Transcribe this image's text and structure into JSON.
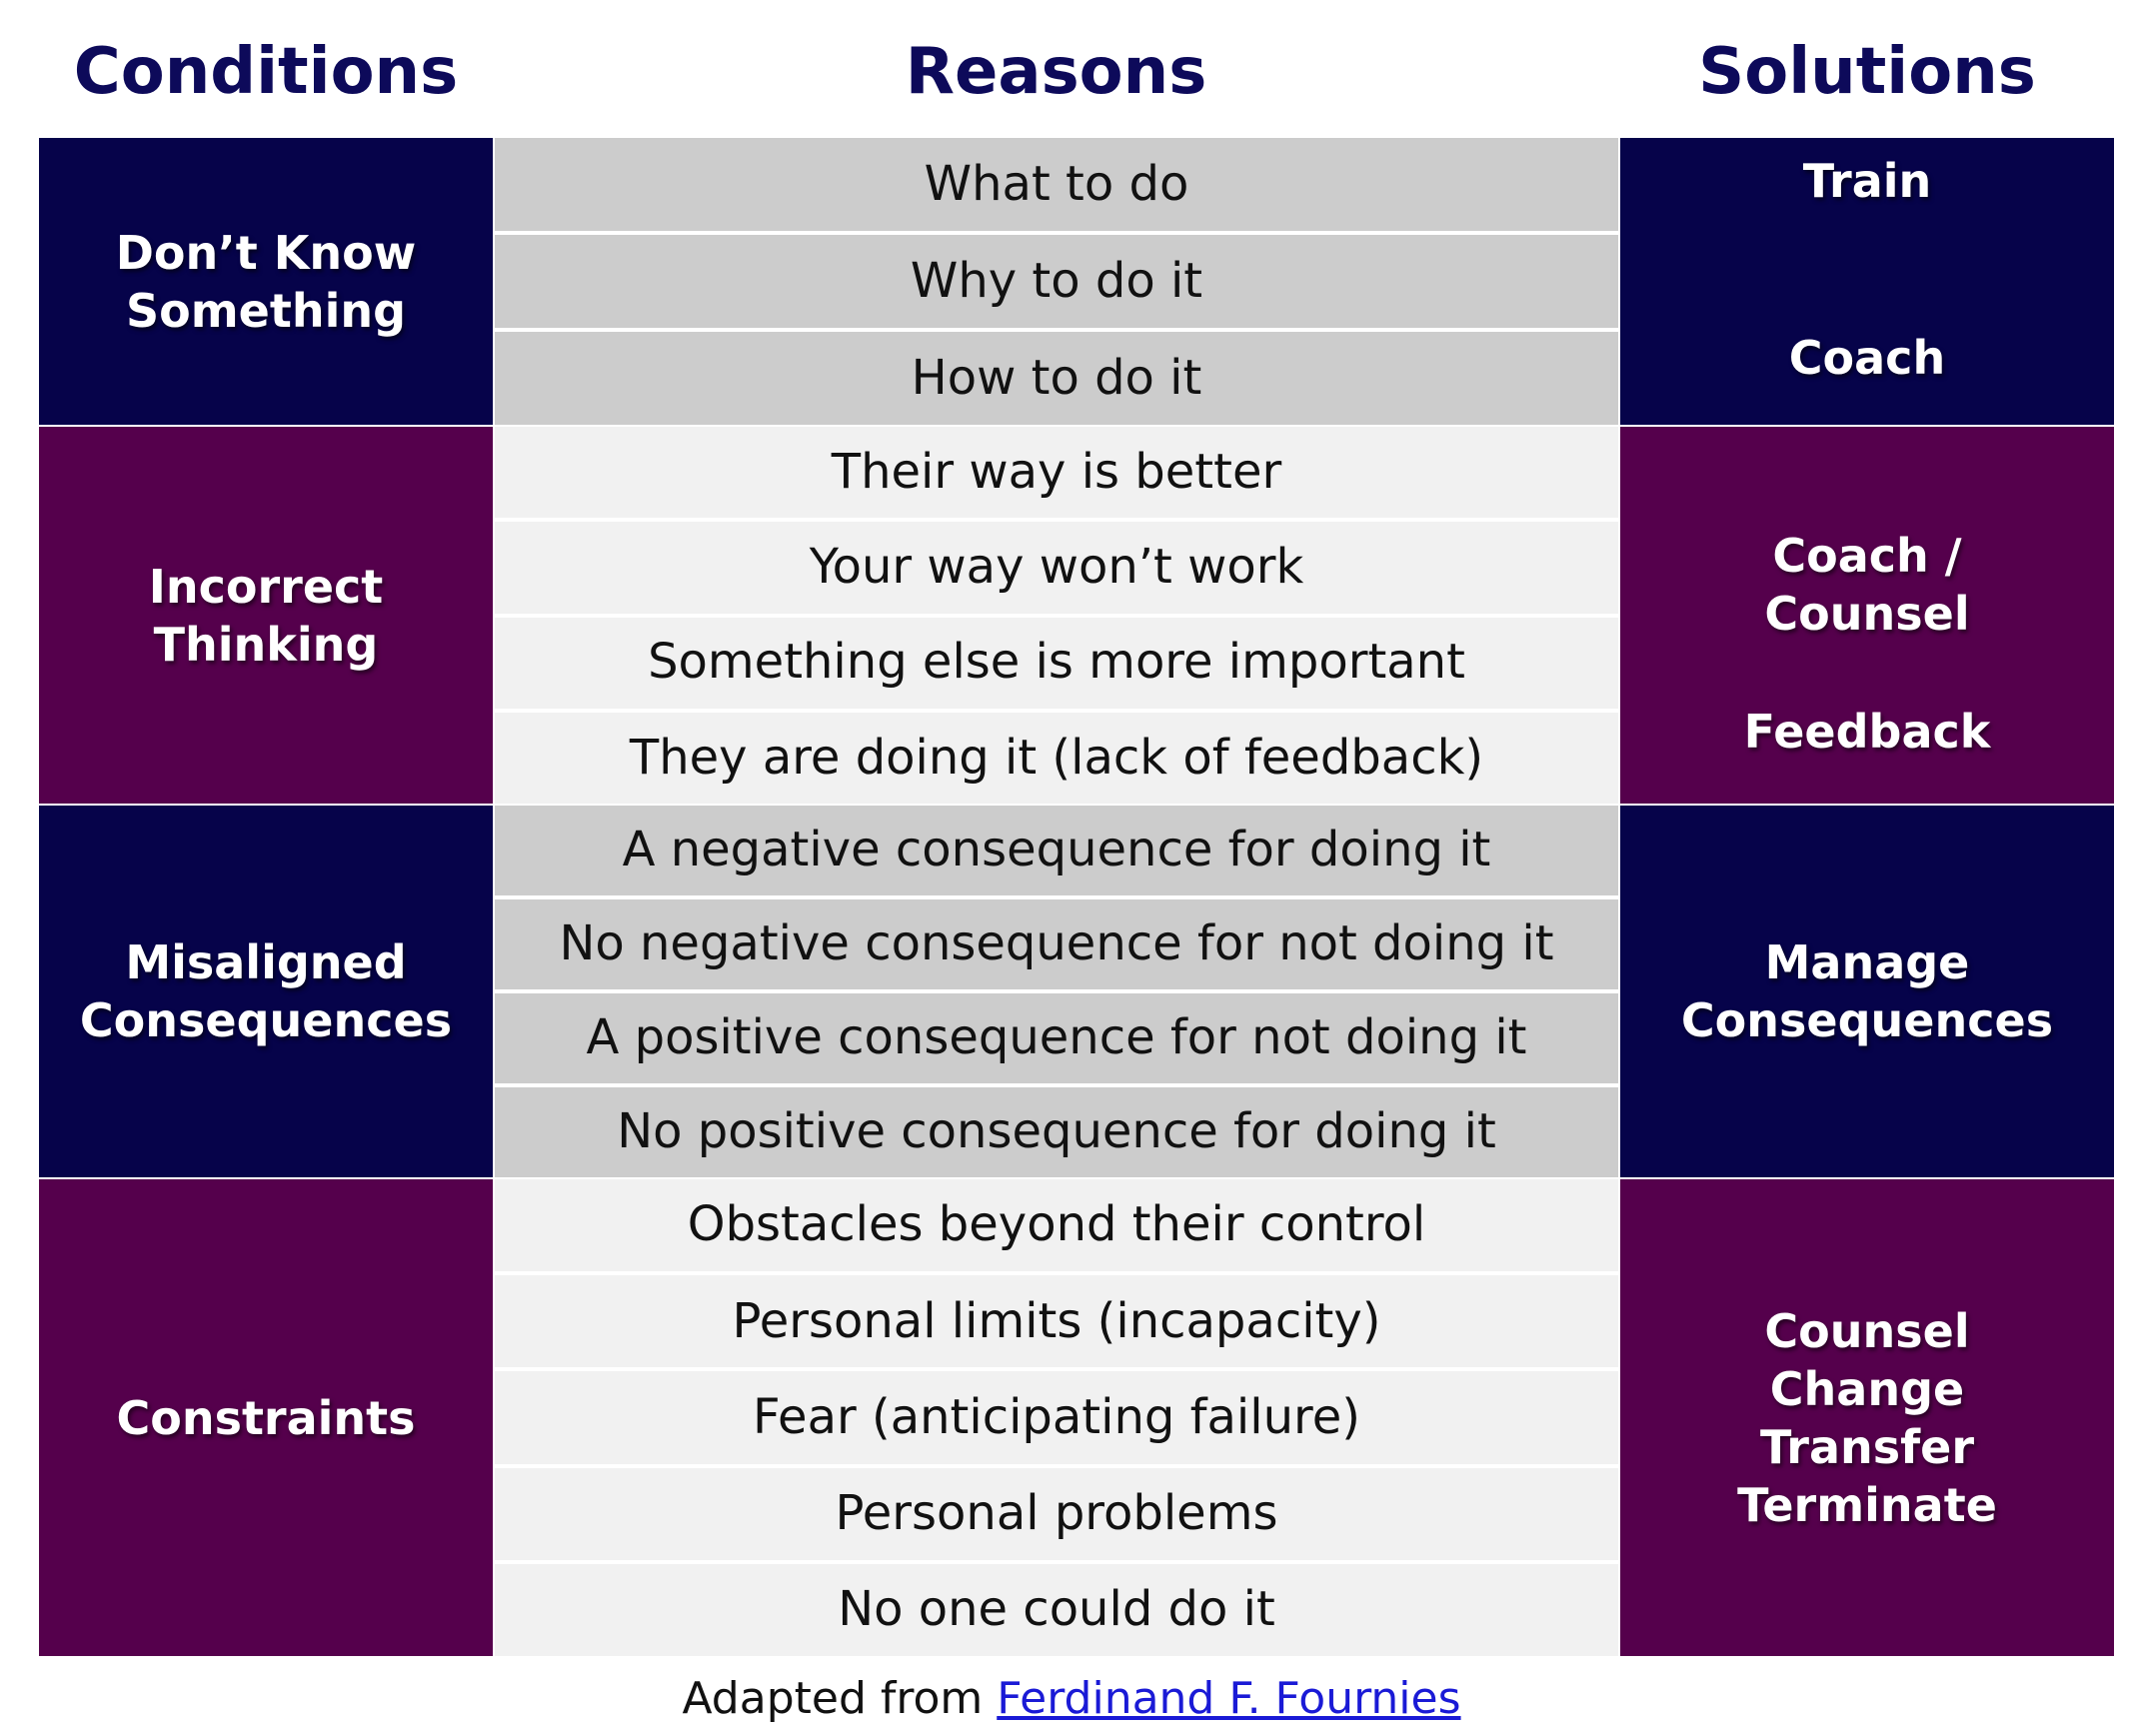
{
  "headers": {
    "conditions": "Conditions",
    "reasons": "Reasons",
    "solutions": "Solutions"
  },
  "colors": {
    "navy": "#06034a",
    "plum": "#55004c",
    "header_text": "#0d0a5a",
    "reason_gray": "#cccccc",
    "reason_light": "#f1f1f1",
    "link": "#1a1ad6"
  },
  "groups": [
    {
      "condition_lines": [
        "Don’t Know",
        "Something"
      ],
      "reasons": [
        "What to do",
        "Why to do it",
        "How to do it"
      ],
      "solutions": [
        "Train",
        "Coach"
      ]
    },
    {
      "condition_lines": [
        "Incorrect",
        "Thinking"
      ],
      "reasons": [
        "Their way is better",
        "Your way won’t work",
        "Something else is more important",
        "They are doing it (lack of feedback)"
      ],
      "solutions_block1": [
        "Coach /",
        "Counsel"
      ],
      "solutions_block2": [
        "Feedback"
      ]
    },
    {
      "condition_lines": [
        "Misaligned",
        "Consequences"
      ],
      "reasons": [
        "A negative consequence for doing it",
        "No negative consequence for not doing it",
        "A positive consequence for not doing it",
        "No positive consequence for doing it"
      ],
      "solutions": [
        "Manage",
        "Consequences"
      ]
    },
    {
      "condition_lines": [
        "Constraints"
      ],
      "reasons": [
        "Obstacles beyond their control",
        "Personal limits (incapacity)",
        "Fear (anticipating failure)",
        "Personal problems",
        "No one could do it"
      ],
      "solutions": [
        "Counsel",
        "Change",
        "Transfer",
        "Terminate"
      ]
    }
  ],
  "footer": {
    "prefix": "Adapted from ",
    "link_text": "Ferdinand F. Fournies"
  }
}
